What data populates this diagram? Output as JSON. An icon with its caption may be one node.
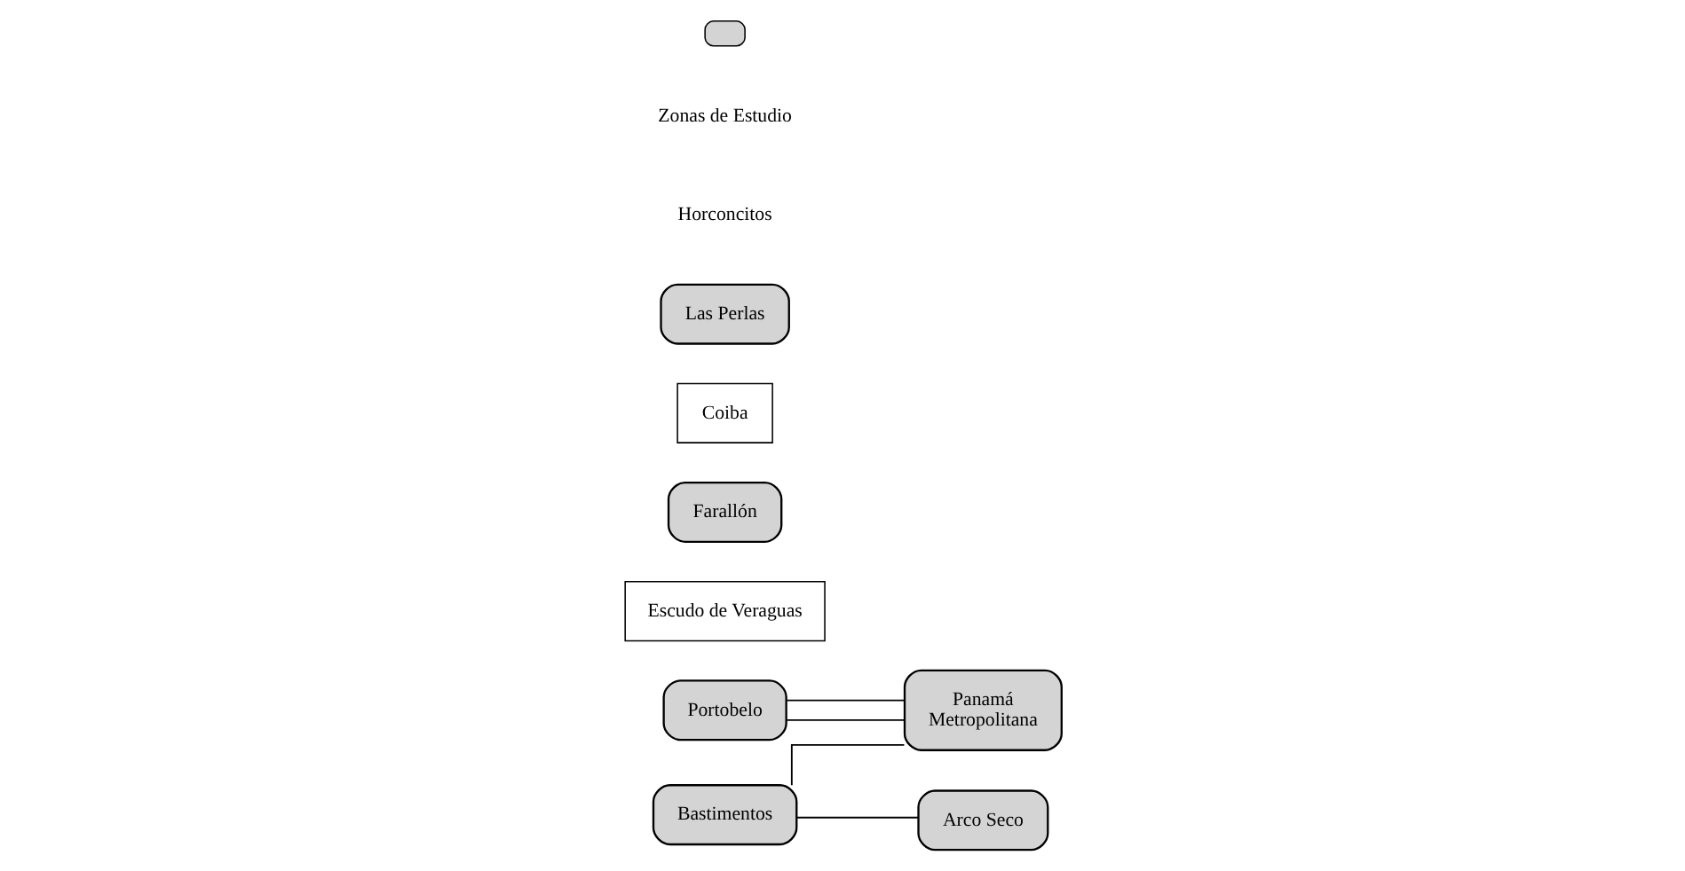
{
  "diagram": {
    "nodes": [
      {
        "text": [
          "Bastimentos"
        ]
      },
      {
        "text": [
          "Escudo de Veraguas"
        ]
      },
      {
        "text": [
          "Portobelo"
        ]
      },
      {
        "text": [
          "Panamá",
          "Metropolitana"
        ]
      },
      {
        "text": [
          "Farallón"
        ]
      },
      {
        "text": [
          "Arco Seco"
        ]
      },
      {
        "text": [
          "Coiba"
        ]
      },
      {
        "text": [
          "Las Perlas"
        ]
      }
    ],
    "edges": [
      {
        "from": 0,
        "to": 3,
        "arrow": "none"
      },
      {
        "from": 0,
        "to": 5,
        "arrow": "none"
      },
      {
        "from": 2,
        "to": 3,
        "arrow": "none"
      },
      {
        "from": 2,
        "to": 3,
        "arrow": "none"
      }
    ],
    "labels": [
      "Horconcitos"
    ],
    "legend": [
      {
        "text": "Zonas de Estudio",
        "color": "#d4d4d4"
      }
    ]
  }
}
